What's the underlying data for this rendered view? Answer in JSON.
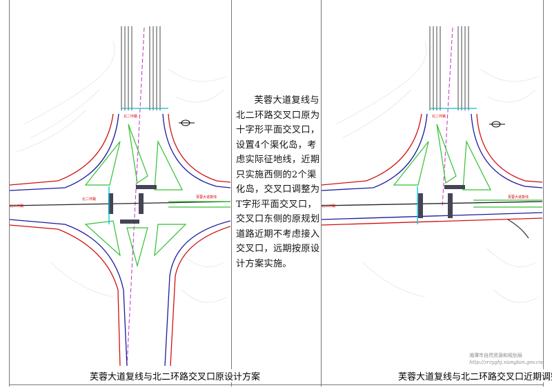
{
  "left_panel": {
    "caption": "芙蓉大道复线与北二环路交叉口原设计方案",
    "road_labels": [
      "北二环路",
      "北二环路",
      "芙蓉大道复线",
      "北二环路"
    ]
  },
  "description": "芙蓉大道复线与北二环路交叉口原为十字形平面交叉口，设置4个渠化岛，考虑实际征地线，近期只实施西侧的2个渠化岛，交叉口调整为T字形平面交叉口，交叉口东侧的原规划道路近期不考虑接入交叉口，远期按原设计方案实施。",
  "right_panel": {
    "caption": "芙蓉大道复线与北二环路交叉口近期调整方案",
    "road_labels": [
      "北二环路",
      "北二环路",
      "芙蓉大道复线"
    ],
    "watermark_line1": "湘潭市自然资源和规划局",
    "watermark_line2": "http://zrzyghj.xiangtan.gov.cn/"
  },
  "colors": {
    "outer_edge": "#d01010",
    "inner_edge": "#1a1aa0",
    "island": "#30c030",
    "centerline": "#c030c0",
    "stopline": "#00c0d0"
  }
}
